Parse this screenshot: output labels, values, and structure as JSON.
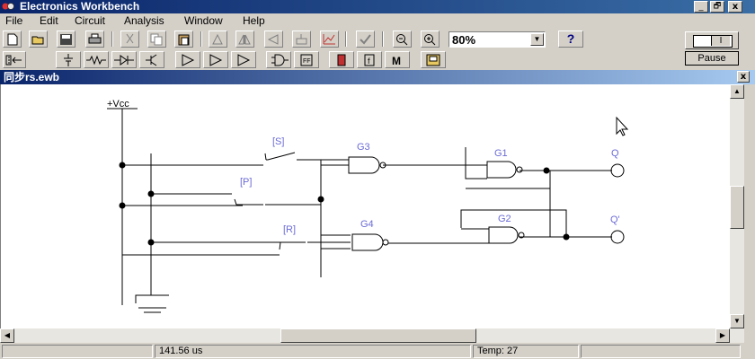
{
  "app": {
    "title": "Electronics Workbench"
  },
  "window_controls": {
    "minimize": "_",
    "maximize": "🗗",
    "close": "x"
  },
  "menu": [
    {
      "label": "File"
    },
    {
      "label": "Edit"
    },
    {
      "label": "Circuit"
    },
    {
      "label": "Analysis"
    },
    {
      "label": "Window"
    },
    {
      "label": "Help"
    }
  ],
  "toolbar": {
    "zoom_value": "80%",
    "help_label": "?",
    "pause_label": "Pause",
    "power_label": "I"
  },
  "document": {
    "title": "同步rs.ewb"
  },
  "circuit": {
    "vcc_label": "+Vcc",
    "switch_labels": [
      "[S]",
      "[P]",
      "[R]"
    ],
    "gate_labels": [
      "G3",
      "G4",
      "G1",
      "G2"
    ],
    "output_labels": [
      "Q",
      "Q'"
    ]
  },
  "status": {
    "time": "141.56 us",
    "temp": "Temp:  27"
  },
  "colors": {
    "titlebar": "#0a246a",
    "label_blue": "#6b6bd6"
  }
}
